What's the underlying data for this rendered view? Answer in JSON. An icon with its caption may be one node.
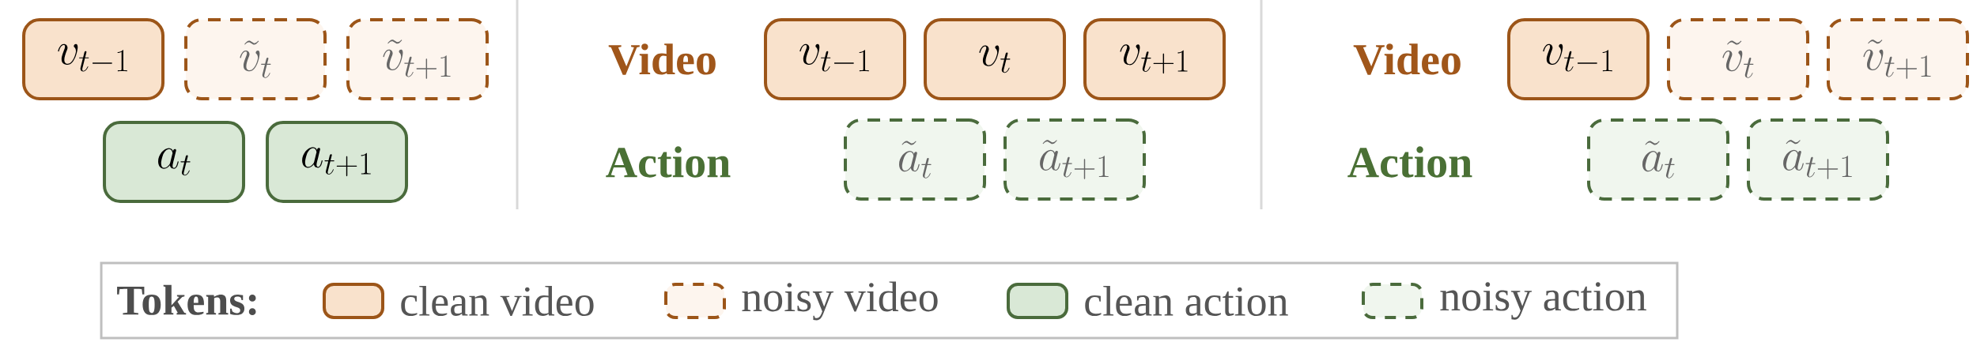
{
  "diagram": {
    "nodes": [
      {
        "text": [
          "v_{t-1}"
        ]
      },
      {
        "text": [
          "\\tilde{v}_t"
        ]
      },
      {
        "text": [
          "\\tilde{v}_{t+1}"
        ]
      },
      {
        "text": [
          "a_t"
        ]
      },
      {
        "text": [
          "a_{t+1}"
        ]
      },
      {
        "text": [
          "v_{t-1}"
        ]
      },
      {
        "text": [
          "v_t"
        ]
      },
      {
        "text": [
          "v_{t+1}"
        ]
      },
      {
        "text": [
          "\\tilde{a}_t"
        ]
      },
      {
        "text": [
          "\\tilde{a}_{t+1}"
        ]
      },
      {
        "text": [
          "v_{t-1}"
        ]
      },
      {
        "text": [
          "\\tilde{v}_t"
        ]
      },
      {
        "text": [
          "\\tilde{v}_{t+1}"
        ]
      },
      {
        "text": [
          "\\tilde{a}_t"
        ]
      },
      {
        "text": [
          "\\tilde{a}_{t+1}"
        ]
      }
    ],
    "edges": [],
    "labels": [
      "Video",
      "Action",
      "Video",
      "Action",
      "Tokens:"
    ],
    "legend": [
      {
        "text": "clean video",
        "color": "#f9e2cc"
      },
      {
        "text": "noisy video",
        "color": "#fdf5ee"
      },
      {
        "text": "clean action",
        "color": "#d9e8d6"
      },
      {
        "text": "noisy action",
        "color": "#f0f6ee"
      }
    ]
  }
}
